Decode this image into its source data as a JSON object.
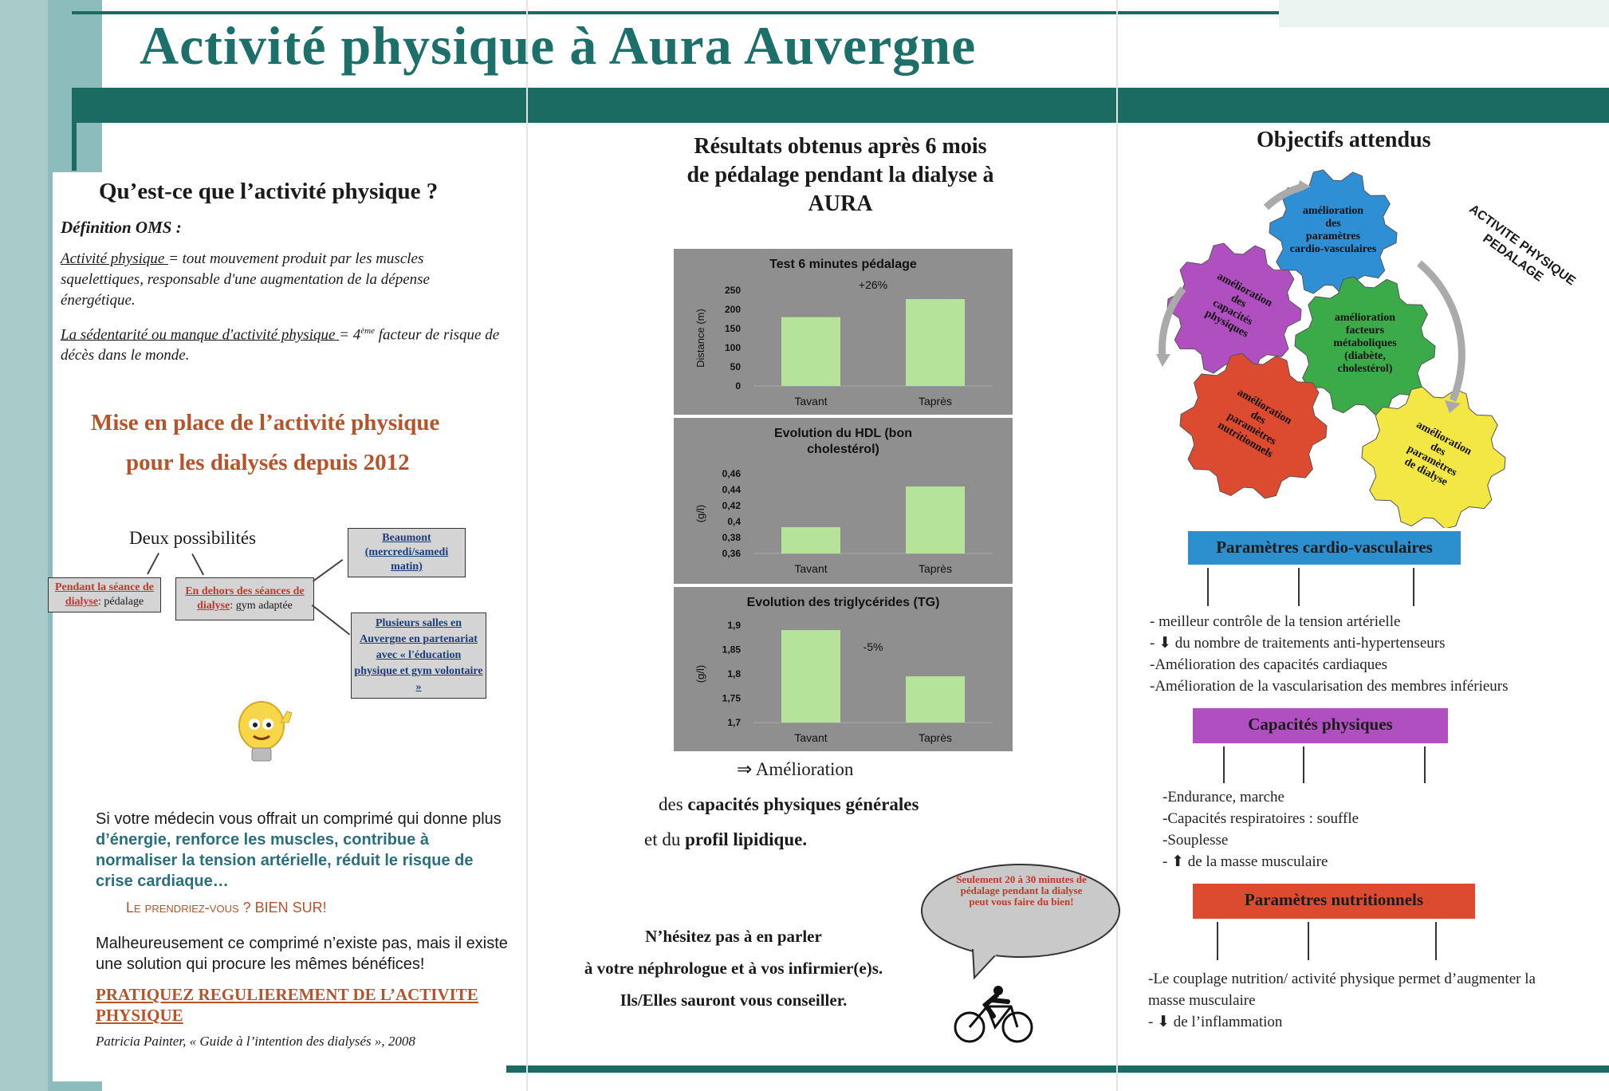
{
  "title": "Activité physique à Aura Auvergne",
  "left": {
    "heading": "Qu’est-ce que l’activité physique ?",
    "definition_label": "Définition OMS :",
    "def1_term": "Activité physique ",
    "def1_text": "= tout mouvement produit par les muscles squelettiques, responsable d'une augmentation de la dépense énergétique.",
    "def2_term": "La sédentarité ou manque d'activité physique ",
    "def2_eq": "= 4",
    "def2_sup": "ème",
    "def2_text": " facteur de risque de décès dans le monde.",
    "setup_line1": "Mise en place de l’activité physique",
    "setup_line2": "pour les dialysés depuis 2012",
    "two_options": "Deux possibilités",
    "opt1_link": "Pendant la séance de dialyse",
    "opt1_rest": ": pédalage",
    "opt2_link": "En dehors des séances de dialyse",
    "opt2_rest": ": gym adaptée",
    "beaumont": "Beaumont (mercredi/samedi matin)",
    "salles": "Plusieurs salles en Auvergne en partenariat avec « l'éducation physique et gym volontaire »",
    "pill_p1": "Si votre médecin vous offrait un comprimé qui donne plus ",
    "pill_energy": "d’énergie",
    "pill_p2": ", ",
    "pill_muscles": "renforce les muscles, contribue à normaliser la tension artérielle, réduit le risque de crise cardiaque…",
    "question": "Le prendriez-vous ? BIEN SUR!",
    "unfortunately": "Malheureusement ce comprimé n’existe pas, mais il existe une solution qui procure les mêmes bénéfices!",
    "practice": "PRATIQUEZ REGULIEREMENT DE L’ACTIVITE PHYSIQUE",
    "citation": "Patricia Painter, « Guide à l’intention des dialysés », 2008"
  },
  "middle": {
    "heading": "Résultats obtenus après 6 mois de pédalage pendant la dialyse à AURA",
    "improvement": "⇒ Amélioration",
    "imp_line2_pre": "des ",
    "imp_line2_bold": "capacités physiques générales",
    "imp_line3_pre": "et du ",
    "imp_line3_bold": "profil lipidique.",
    "cta1": "N’hésitez pas à en parler",
    "cta2": "à votre néphrologue et à vos infirmier(e)s.",
    "cta3": "Ils/Elles sauront vous conseiller.",
    "bubble": "Seulement 20 à 30 minutes de pédalage pendant la dialyse peut vous faire du bien!",
    "bike_icon": "cyclist-icon"
  },
  "chart_data": [
    {
      "type": "bar",
      "title": "Test 6 minutes pédalage",
      "ylabel": "Distance (m)",
      "categories": [
        "Tavant",
        "Tapres"
      ],
      "category_labels": [
        "Tavant",
        "Taprès"
      ],
      "values": [
        180,
        227
      ],
      "ylim": [
        0,
        250
      ],
      "yticks": [
        "250",
        "200",
        "150",
        "100",
        "50",
        "0"
      ],
      "annotation": "+26%",
      "color": "#b6e39a"
    },
    {
      "type": "bar",
      "title": "Evolution du HDL (bon cholestérol)",
      "ylabel": "(g/l)",
      "categories": [
        "Tavant",
        "Tapres"
      ],
      "category_labels": [
        "Tavant",
        "Taprès"
      ],
      "values": [
        0.393,
        0.444
      ],
      "ylim": [
        0.36,
        0.46
      ],
      "yticks": [
        "0,46",
        "0,44",
        "0,42",
        "0,4",
        "0,38",
        "0,36"
      ],
      "annotation": "",
      "color": "#b6e39a"
    },
    {
      "type": "bar",
      "title": "Evolution des triglycérides (TG)",
      "ylabel": "(g/l)",
      "categories": [
        "Tavant",
        "Tapres"
      ],
      "category_labels": [
        "Tavant",
        "Taprès"
      ],
      "values": [
        1.89,
        1.795
      ],
      "ylim": [
        1.7,
        1.9
      ],
      "yticks": [
        "1,9",
        "1,85",
        "1,8",
        "1,75",
        "1,7"
      ],
      "annotation": "-5%",
      "color": "#b6e39a"
    }
  ],
  "right": {
    "heading": "Objectifs attendus",
    "gears": {
      "blue": "amélioration des paramètres cardio-vasculaires",
      "purple": "amélioration des capacités physiques",
      "green": "amélioration facteurs métaboliques (diabète, cholestérol)",
      "red": "amélioration des paramètres nutritionnels",
      "yellow": "amélioration des paramètres de dialyse"
    },
    "diagonal": "ACTIVITE PHYSIQUE PEDALAGE",
    "cardio_title": "Paramètres cardio-vasculaires",
    "cardio_items": [
      "- meilleur contrôle de la tension artérielle",
      "- ⬇ du nombre de traitements anti-hypertenseurs",
      "-Amélioration des capacités cardiaques",
      "-Amélioration de la vascularisation des membres inférieurs"
    ],
    "phys_title": "Capacités physiques",
    "phys_items": [
      "-Endurance, marche",
      "-Capacités respiratoires : souffle",
      "-Souplesse",
      "- ⬆ de la masse musculaire"
    ],
    "nutri_title": "Paramètres nutritionnels",
    "nutri_items": [
      "-Le couplage nutrition/ activité physique permet d’augmenter la masse musculaire",
      "- ⬇ de l’inflammation"
    ],
    "colors": {
      "cardio": "#2c8fce",
      "phys": "#b04fc0",
      "nutri": "#dc4b30"
    }
  }
}
